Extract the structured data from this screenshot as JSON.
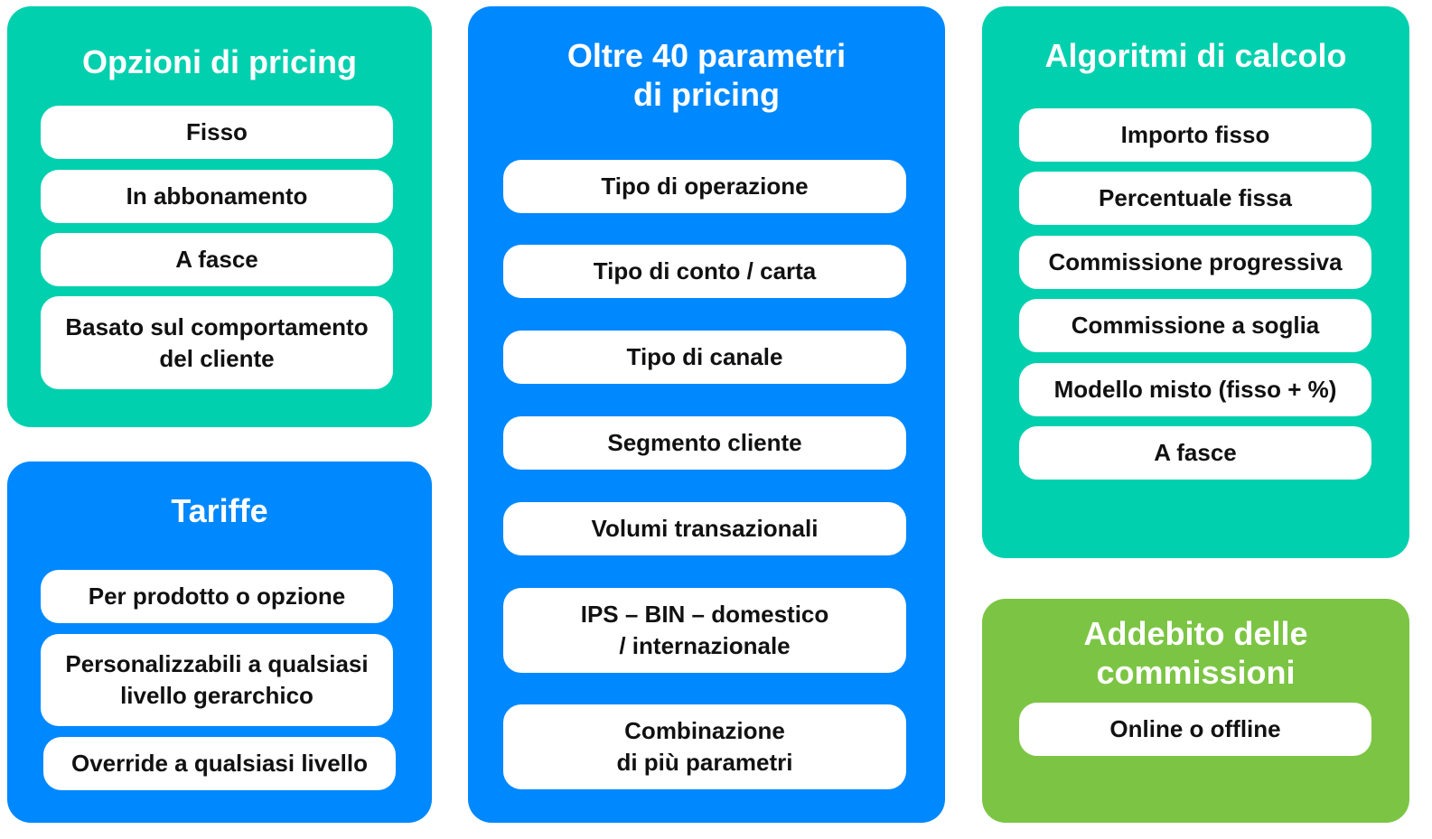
{
  "pricing_options": {
    "title": "Opzioni di pricing",
    "items": [
      "Fisso",
      "In abbonamento",
      "A fasce",
      "Basato sul comportamento\ndel cliente"
    ]
  },
  "tariffs": {
    "title": "Tariffe",
    "items": [
      "Per prodotto o opzione",
      "Personalizzabili a qualsiasi\nlivello gerarchico",
      "Override a qualsiasi livello"
    ]
  },
  "parameters": {
    "title": "Oltre 40 parametri\ndi pricing",
    "items": [
      "Tipo di operazione",
      "Tipo di conto / carta",
      "Tipo di canale",
      "Segmento cliente",
      "Volumi transazionali",
      "IPS – BIN – domestico\n/ internazionale",
      "Combinazione\ndi più parametri"
    ]
  },
  "algorithms": {
    "title": "Algoritmi di calcolo",
    "items": [
      "Importo fisso",
      "Percentuale fissa",
      "Commissione progressiva",
      "Commissione a soglia",
      "Modello misto (fisso + %)",
      "A fasce"
    ]
  },
  "fee_charging": {
    "title": "Addebito delle\ncommissioni",
    "items": [
      "Online o offline"
    ]
  },
  "colors": {
    "teal": "#00d0ae",
    "blue": "#0088ff",
    "green": "#7cc544",
    "pill": "#ffffff",
    "text_dark": "#111111"
  }
}
